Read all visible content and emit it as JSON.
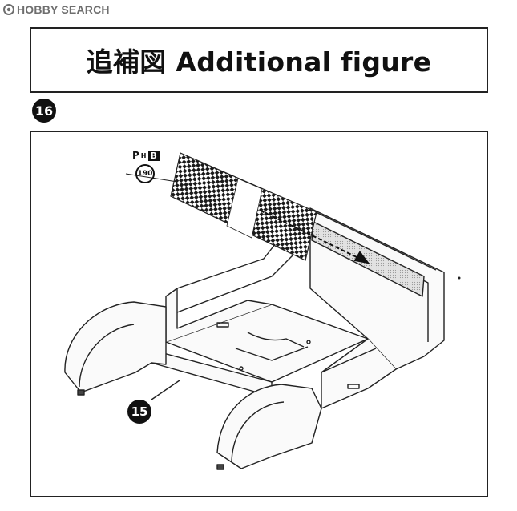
{
  "watermark": {
    "text": "HOBBY SEARCH"
  },
  "header": {
    "title": "追補図  Additional figure"
  },
  "step": {
    "number": "16"
  },
  "figure": {
    "part_marker": {
      "prefix": "P",
      "sub": "H",
      "letter": "B"
    },
    "part_number": "190",
    "ref_step": "15"
  }
}
